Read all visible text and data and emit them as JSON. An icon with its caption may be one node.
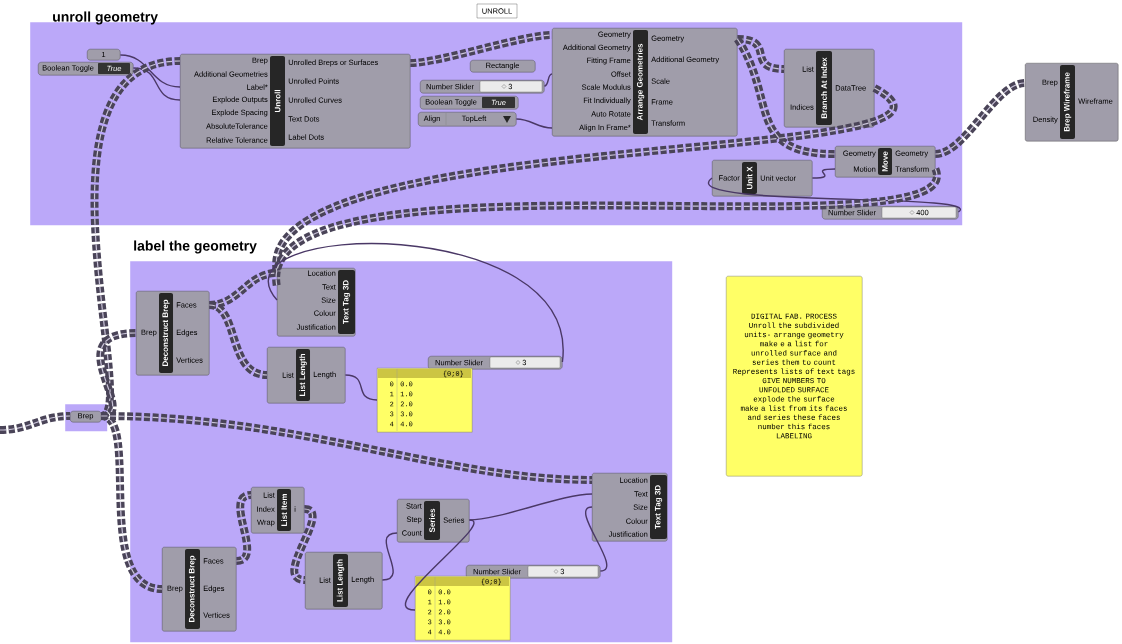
{
  "diagram": {
    "nodes": [
      {
        "text": [
          "unroll geometry"
        ]
      },
      {
        "text": [
          "1"
        ],
        "in": 0
      },
      {
        "text": [
          "Boolean Toggle",
          "True"
        ],
        "in": 0
      },
      {
        "text": [
          "Brep",
          "Additional Geometries",
          "Label*",
          "Explode Outputs",
          "Explode Spacing",
          "AbsoluteTolerance",
          "Relative Tolerance",
          "Unroll",
          "Unrolled Breps or Surfaces",
          "Unrolled Points",
          "Unrolled Curves",
          "Text Dots",
          "Label Dots"
        ],
        "in": 0
      },
      {
        "text": [
          "Rectangle"
        ],
        "in": 0
      },
      {
        "text": [
          "Number Slider",
          "3"
        ],
        "in": 0
      },
      {
        "text": [
          "Boolean Toggle",
          "True"
        ],
        "in": 0
      },
      {
        "text": [
          "Align",
          "TopLeft"
        ],
        "in": 0
      },
      {
        "text": [
          "Geometry",
          "Additional Geometry",
          "Fitting Frame",
          "Offset",
          "Scale Modulus",
          "Fit Individually",
          "Auto Rotate",
          "Align In Frame*",
          "Arrange Geometries",
          "Geometry",
          "Additional Geometry",
          "Scale",
          "Frame",
          "Transform"
        ],
        "in": 0
      },
      {
        "text": [
          "List",
          "Indices",
          "Branch At Index",
          "DataTree"
        ],
        "in": 0
      },
      {
        "text": [
          "Factor",
          "Unit X",
          "Unit vector"
        ],
        "in": 0
      },
      {
        "text": [
          "Geometry",
          "Motion",
          "Move",
          "Geometry",
          "Transform"
        ],
        "in": 0
      },
      {
        "text": [
          "Number Slider",
          "400"
        ],
        "in": 0
      },
      {
        "text": [
          "Brep",
          "Density",
          "Brep Wireframe",
          "Wireframe"
        ]
      },
      {
        "text": [
          "label the geometry"
        ]
      },
      {
        "text": [
          "Brep",
          "Deconstruct Brep",
          "Faces",
          "Edges",
          "Vertices"
        ],
        "in": 14
      },
      {
        "text": [
          "Location",
          "Text",
          "Size",
          "Colour",
          "Justification",
          "Text Tag 3D"
        ],
        "in": 14
      },
      {
        "text": [
          "List",
          "List Length",
          "Length"
        ],
        "in": 14
      },
      {
        "text": [
          "Number Slider",
          "3"
        ],
        "in": 14
      },
      {
        "text": [
          "{0;0}",
          "0",
          "0.0",
          "1",
          "1.0",
          "2",
          "2.0",
          "3",
          "3.0",
          "4",
          "4.0"
        ],
        "in": 14
      },
      {
        "text": [],
        "shape": "box"
      },
      {
        "text": [
          "Brep"
        ],
        "in": 20
      },
      {
        "text": [
          "List",
          "Index",
          "Wrap",
          "List Item",
          "i"
        ],
        "in": 14
      },
      {
        "text": [
          "Brep",
          "Deconstruct Brep",
          "Faces",
          "Edges",
          "Vertices"
        ],
        "in": 14
      },
      {
        "text": [
          "List",
          "List Length",
          "Length"
        ],
        "in": 14
      },
      {
        "text": [
          "Start",
          "Step",
          "Count",
          "Series",
          "Series"
        ],
        "in": 14
      },
      {
        "text": [
          "Location",
          "Text",
          "Size",
          "Colour",
          "Justification",
          "Text Tag 3D"
        ],
        "in": 14
      },
      {
        "text": [
          "Number Slider",
          "3"
        ],
        "in": 14
      },
      {
        "text": [
          "{0;0}",
          "0",
          "0.0",
          "1",
          "1.0",
          "2",
          "2.0",
          "3",
          "3.0",
          "4",
          "4.0"
        ],
        "in": 14
      },
      {
        "text": [
          "DIGITAL FAB. PROCESS",
          "Unroll the subdivided units- arrange geometry",
          "make e a list for unrolled surface and series them to count",
          "Represents lists of text tags",
          "GIVE NUMBERS TO UNFOLDED SURFACE",
          "explode the surface",
          "make a list from its faces and series these faces",
          "number this faces",
          "LABELING"
        ]
      }
    ],
    "edges": [
      {
        "from": 1,
        "to": 3,
        "arrow": "none"
      },
      {
        "from": 2,
        "to": 3,
        "arrow": "none"
      },
      {
        "from": 21,
        "to": 3,
        "arrow": "none",
        "style": "dashed"
      },
      {
        "from": 3,
        "to": 8,
        "arrow": "none",
        "style": "dashed"
      },
      {
        "from": 5,
        "to": 8,
        "arrow": "none"
      },
      {
        "from": 7,
        "to": 8,
        "arrow": "none"
      },
      {
        "from": 8,
        "to": 9,
        "arrow": "none",
        "style": "dashed"
      },
      {
        "from": 8,
        "to": 11,
        "arrow": "none",
        "style": "dashed"
      },
      {
        "from": 12,
        "to": 10,
        "arrow": "none"
      },
      {
        "from": 10,
        "to": 11,
        "arrow": "none"
      },
      {
        "from": 11,
        "to": 13,
        "arrow": "none",
        "style": "dashed"
      },
      {
        "from": 9,
        "to": 16,
        "arrow": "none",
        "style": "dashed"
      },
      {
        "from": 11,
        "to": 16,
        "arrow": "none",
        "style": "dashed"
      },
      {
        "from": 15,
        "to": 16,
        "arrow": "none",
        "style": "dashed"
      },
      {
        "from": 15,
        "to": 17,
        "arrow": "none",
        "style": "dashed"
      },
      {
        "from": 18,
        "to": 16,
        "arrow": "none"
      },
      {
        "from": 17,
        "to": 19,
        "arrow": "none"
      },
      {
        "from": null,
        "to": 21,
        "arrow": "none",
        "style": "dashed"
      },
      {
        "from": 21,
        "to": 15,
        "arrow": "none",
        "style": "dashed"
      },
      {
        "from": 21,
        "to": 23,
        "arrow": "none",
        "style": "dashed"
      },
      {
        "from": 21,
        "to": 26,
        "arrow": "none",
        "style": "dashed"
      },
      {
        "from": 23,
        "to": 22,
        "arrow": "none",
        "style": "dashed"
      },
      {
        "from": 22,
        "to": 24,
        "arrow": "none",
        "style": "dashed"
      },
      {
        "from": 24,
        "to": 25,
        "arrow": "none"
      },
      {
        "from": 25,
        "to": 26,
        "arrow": "none"
      },
      {
        "from": 25,
        "to": 28,
        "arrow": "none"
      },
      {
        "from": 27,
        "to": 26,
        "arrow": "none"
      }
    ],
    "labels": [
      "UNROLL"
    ]
  }
}
